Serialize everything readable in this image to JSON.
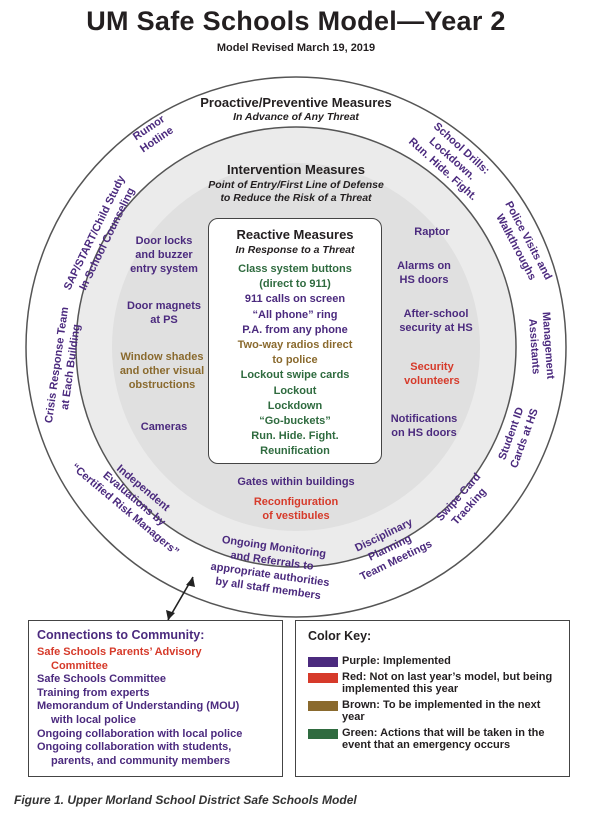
{
  "title": "UM Safe Schools Model—Year 2",
  "subtitle": "Model Revised March 19, 2019",
  "colors": {
    "purple": "#4b2a7e",
    "red": "#d63a2a",
    "brown": "#8a6a2e",
    "green": "#2f6b3f"
  },
  "outer_ring": {
    "title": "Proactive/Preventive Measures",
    "subtitle": "In Advance of Any Threat",
    "items": [
      "Rumor",
      "Hotline",
      "School Drills:",
      "Lockdown.",
      "Run. Hide. Fight.",
      "Police Visits and",
      "Walkthroughs",
      "Management",
      "Assistants",
      "Student ID",
      "Cards at HS",
      "Swipe Card",
      "Tracking",
      "Disciplinary",
      "Planning",
      "Team Meetings",
      "Ongoing Monitoring",
      "and Referrals to",
      "appropriate authorities",
      "by all staff members",
      "Independent",
      "Evaluations by",
      "“Certified Risk Managers”",
      "Crisis Response Team",
      "at Each Building",
      "SAP/START/Child Study",
      "In School Counseling"
    ]
  },
  "intervention": {
    "title": "Intervention Measures",
    "subtitle_line1": "Point of Entry/First Line of Defense",
    "subtitle_line2": "to Reduce the Risk of a Threat",
    "left": [
      {
        "lines": [
          "Door locks",
          "and buzzer",
          "entry system"
        ],
        "color": "purple"
      },
      {
        "lines": [
          "Door magnets",
          "at PS"
        ],
        "color": "purple"
      },
      {
        "lines": [
          "Window shades",
          "and other visual",
          "obstructions"
        ],
        "color": "brown"
      },
      {
        "lines": [
          "Cameras"
        ],
        "color": "purple"
      }
    ],
    "right": [
      {
        "lines": [
          "Raptor"
        ],
        "color": "purple"
      },
      {
        "lines": [
          "Alarms on",
          "HS doors"
        ],
        "color": "purple"
      },
      {
        "lines": [
          "After-school",
          "security at HS"
        ],
        "color": "purple"
      },
      {
        "lines": [
          "Security",
          "volunteers"
        ],
        "color": "red"
      },
      {
        "lines": [
          "Notifications",
          "on HS doors"
        ],
        "color": "purple"
      }
    ],
    "bottom": [
      {
        "lines": [
          "Gates within buildings"
        ],
        "color": "purple"
      },
      {
        "lines": [
          "Reconfiguration",
          "of vestibules"
        ],
        "color": "red"
      }
    ]
  },
  "reactive": {
    "title": "Reactive Measures",
    "subtitle": "In Response to a Threat",
    "items": [
      {
        "text": "Class system buttons",
        "color": "green"
      },
      {
        "text": "(direct to 911)",
        "color": "green"
      },
      {
        "text": "911 calls on screen",
        "color": "purple"
      },
      {
        "text": "“All phone” ring",
        "color": "purple"
      },
      {
        "text": "P.A. from any phone",
        "color": "purple"
      },
      {
        "text": "Two-way radios direct",
        "color": "brown"
      },
      {
        "text": "to police",
        "color": "brown"
      },
      {
        "text": "Lockout swipe cards",
        "color": "green"
      },
      {
        "text": "Lockout",
        "color": "green"
      },
      {
        "text": "Lockdown",
        "color": "green"
      },
      {
        "text": "“Go-buckets”",
        "color": "green"
      },
      {
        "text": "Run. Hide. Fight.",
        "color": "green"
      },
      {
        "text": "Reunification",
        "color": "green"
      }
    ]
  },
  "community": {
    "title": "Connections to Community:",
    "items": [
      {
        "text": "Safe Schools Parents’ Advisory",
        "color": "red"
      },
      {
        "text": "Committee",
        "color": "red"
      },
      {
        "text": "Safe Schools Committee",
        "color": "purple"
      },
      {
        "text": "Training from experts",
        "color": "purple"
      },
      {
        "text": "Memorandum of Understanding (MOU)",
        "color": "purple"
      },
      {
        "text": "with local police",
        "color": "purple"
      },
      {
        "text": "Ongoing collaboration with local police",
        "color": "purple"
      },
      {
        "text": "Ongoing collaboration with students,",
        "color": "purple"
      },
      {
        "text": "parents, and community members",
        "color": "purple"
      }
    ]
  },
  "color_key": {
    "title": "Color Key:",
    "items": [
      {
        "label": "Purple: Implemented",
        "color": "#4b2a7e"
      },
      {
        "label": "Red: Not on last year’s model, but being implemented this year",
        "color": "#d63a2a"
      },
      {
        "label": "Brown: To be implemented in the next year",
        "color": "#8a6a2e"
      },
      {
        "label": "Green: Actions that will be taken in the event that an emergency occurs",
        "color": "#2f6b3f"
      }
    ]
  },
  "caption": "Figure 1. Upper Morland School District Safe Schools Model"
}
